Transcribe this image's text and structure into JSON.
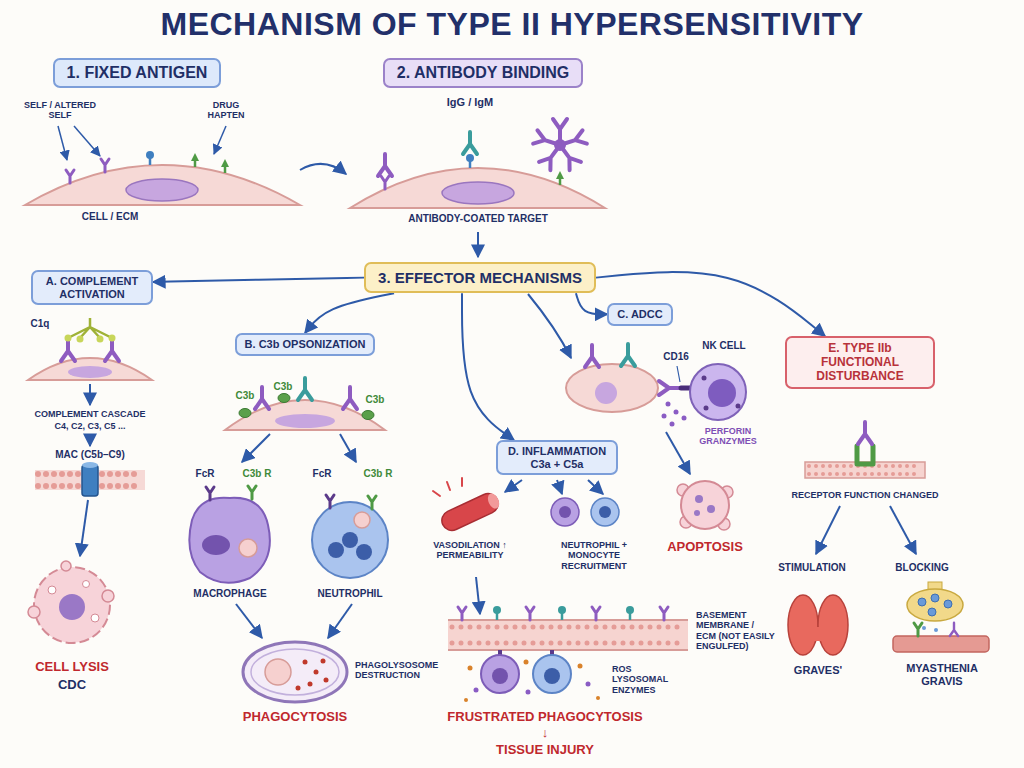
{
  "diagram": {
    "title": "MECHANISM OF TYPE II HYPERSENSITIVITY",
    "nodes": [
      {
        "text": [
          "1. FIXED ANTIGEN"
        ]
      },
      {
        "text": [
          "2. ANTIBODY BINDING"
        ]
      },
      {
        "text": [
          "3. EFFECTOR MECHANISMS"
        ]
      },
      {
        "text": [
          "A. COMPLEMENT ACTIVATION"
        ]
      },
      {
        "text": [
          "B. C3b OPSONIZATION"
        ]
      },
      {
        "text": [
          "C. ADCC"
        ]
      },
      {
        "text": [
          "D. INFLAMMATION",
          "C3a + C5a"
        ]
      },
      {
        "text": [
          "E. TYPE IIb FUNCTIONAL DISTURBANCE"
        ]
      }
    ],
    "edges": [
      {
        "from": 2,
        "to": 3,
        "arrow": "to"
      },
      {
        "from": 2,
        "to": 4,
        "arrow": "to"
      },
      {
        "from": 2,
        "to": 5,
        "arrow": "to"
      },
      {
        "from": 2,
        "to": 6,
        "arrow": "to"
      },
      {
        "from": 2,
        "to": 7,
        "arrow": "to"
      }
    ],
    "labels": [
      "SELF / ALTERED SELF",
      "DRUG HAPTEN",
      "CELL / ECM",
      "IgG / IgM",
      "ANTIBODY-COATED TARGET",
      "C1q",
      "COMPLEMENT CASCADE",
      "C4, C2, C3, C5 ...",
      "MAC (C5b–C9)",
      "CELL LYSIS",
      "CDC",
      "C3b",
      "C3b",
      "C3b",
      "FcR",
      "C3b R",
      "FcR",
      "C3b R",
      "MACROPHAGE",
      "NEUTROPHIL",
      "PHAGOLYSOSOME DESTRUCTION",
      "PHAGOCYTOSIS",
      "CD16",
      "NK CELL",
      "PERFORIN GRANZYMES",
      "APOPTOSIS",
      "VASODILATION ↑ PERMEABILITY",
      "NEUTROPHIL + MONOCYTE RECRUITMENT",
      "BASEMENT MEMBRANE / ECM (NOT EASILY ENGULFED)",
      "ROS LYSOSOMAL ENZYMES",
      "FRUSTRATED PHAGOCYTOSIS",
      "↓",
      "TISSUE INJURY",
      "RECEPTOR FUNCTION CHANGED",
      "STIMULATION",
      "BLOCKING",
      "GRAVES'",
      "MYASTHENIA GRAVIS"
    ]
  }
}
